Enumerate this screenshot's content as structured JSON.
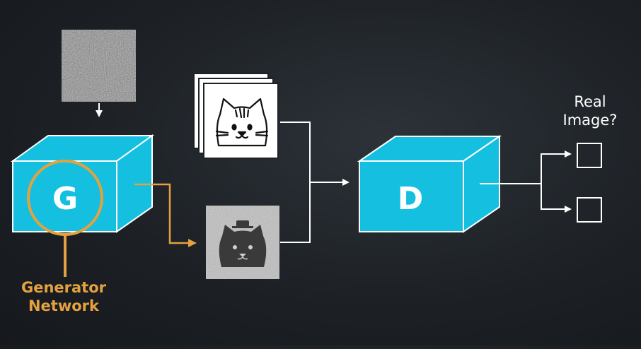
{
  "generator": {
    "letter": "G",
    "annotation_line1": "Generator",
    "annotation_line2": "Network"
  },
  "discriminator": {
    "letter": "D"
  },
  "output": {
    "question_line1": "Real",
    "question_line2": "Image?"
  },
  "colors": {
    "background": "#1d2126",
    "cube_face": "#14bfe0",
    "cube_edge": "#ffffff",
    "highlight": "#e3a23f",
    "arrow": "#ffffff"
  },
  "icons": {
    "noise": "noise-image-icon",
    "real_cat": "cat-drawing-icon",
    "fake_cat": "generated-cat-icon",
    "checkbox": "checkbox-icon"
  }
}
